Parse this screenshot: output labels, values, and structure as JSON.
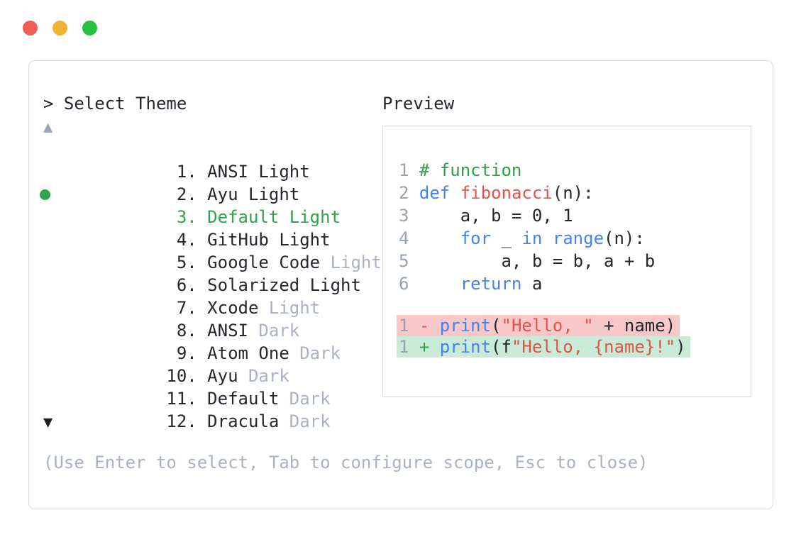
{
  "colors": {
    "accent-green": "#2ea44f",
    "text-main": "#24272e",
    "text-muted": "#a9b2c2",
    "line-number": "#98a1b0",
    "border": "#d8dce2",
    "kw-blue": "#4283f0",
    "fn-red": "#e4534b",
    "str-red": "#e4534b",
    "comment-green": "#2f9e44",
    "minus-red": "#e05252",
    "plus-green": "#2ea44f",
    "diff-removed-bg": "#f8c7c7",
    "diff-added-bg": "#c9ead7",
    "scroll-up": "#9aa4b6",
    "scroll-down": "#1d2026",
    "traffic-red": "#f15e55",
    "traffic-yellow": "#f1b32e",
    "traffic-green": "#26bf40"
  },
  "selector": {
    "prompt": "> Select Theme",
    "scroll_up_icon": "▲",
    "scroll_down_icon": "▼",
    "items": [
      {
        "number": "1.",
        "main": "ANSI Light",
        "muted": "",
        "selected": false
      },
      {
        "number": "2.",
        "main": "Ayu Light",
        "muted": "",
        "selected": false
      },
      {
        "number": "3.",
        "main": "Default Light",
        "muted": "",
        "selected": true
      },
      {
        "number": "4.",
        "main": "GitHub Light",
        "muted": "",
        "selected": false
      },
      {
        "number": "5.",
        "main": "Google Code",
        "muted": "Light",
        "selected": false
      },
      {
        "number": "6.",
        "main": "Solarized Light",
        "muted": "",
        "selected": false
      },
      {
        "number": "7.",
        "main": "Xcode",
        "muted": "Light",
        "selected": false
      },
      {
        "number": "8.",
        "main": "ANSI",
        "muted": "Dark",
        "selected": false
      },
      {
        "number": "9.",
        "main": "Atom One",
        "muted": "Dark",
        "selected": false
      },
      {
        "number": "10.",
        "main": "Ayu",
        "muted": "Dark",
        "selected": false
      },
      {
        "number": "11.",
        "main": "Default",
        "muted": "Dark",
        "selected": false
      },
      {
        "number": "12.",
        "main": "Dracula",
        "muted": "Dark",
        "selected": false
      }
    ],
    "hint": "(Use Enter to select, Tab to configure scope, Esc to close)"
  },
  "preview": {
    "title": "Preview",
    "code_lines": [
      {
        "num": "1",
        "tokens": [
          {
            "t": "# function",
            "c": "com"
          }
        ]
      },
      {
        "num": "2",
        "tokens": [
          {
            "t": "def",
            "c": "kw"
          },
          {
            "t": " ",
            "c": "plain"
          },
          {
            "t": "fibonacci",
            "c": "fn"
          },
          {
            "t": "(n):",
            "c": "plain"
          }
        ]
      },
      {
        "num": "3",
        "tokens": [
          {
            "t": "    a, b = 0, 1",
            "c": "plain"
          }
        ]
      },
      {
        "num": "4",
        "tokens": [
          {
            "t": "    ",
            "c": "plain"
          },
          {
            "t": "for",
            "c": "kw"
          },
          {
            "t": " _ ",
            "c": "plain"
          },
          {
            "t": "in",
            "c": "kw"
          },
          {
            "t": " ",
            "c": "plain"
          },
          {
            "t": "range",
            "c": "kw"
          },
          {
            "t": "(n):",
            "c": "plain"
          }
        ]
      },
      {
        "num": "5",
        "tokens": [
          {
            "t": "        a, b = b, a + b",
            "c": "plain"
          }
        ]
      },
      {
        "num": "6",
        "tokens": [
          {
            "t": "    ",
            "c": "plain"
          },
          {
            "t": "return",
            "c": "kw"
          },
          {
            "t": " a",
            "c": "plain"
          }
        ]
      }
    ],
    "diff_lines": [
      {
        "num": "1",
        "kind": "removed",
        "tokens": [
          {
            "t": "- ",
            "c": "minus"
          },
          {
            "t": "print",
            "c": "kw"
          },
          {
            "t": "(",
            "c": "plain"
          },
          {
            "t": "\"Hello, \"",
            "c": "str"
          },
          {
            "t": " + name)",
            "c": "plain"
          }
        ]
      },
      {
        "num": "1",
        "kind": "added",
        "tokens": [
          {
            "t": "+ ",
            "c": "plus"
          },
          {
            "t": "print",
            "c": "kw"
          },
          {
            "t": "(f",
            "c": "plain"
          },
          {
            "t": "\"Hello, {name}!\"",
            "c": "str"
          },
          {
            "t": ")",
            "c": "plain"
          }
        ]
      }
    ]
  }
}
